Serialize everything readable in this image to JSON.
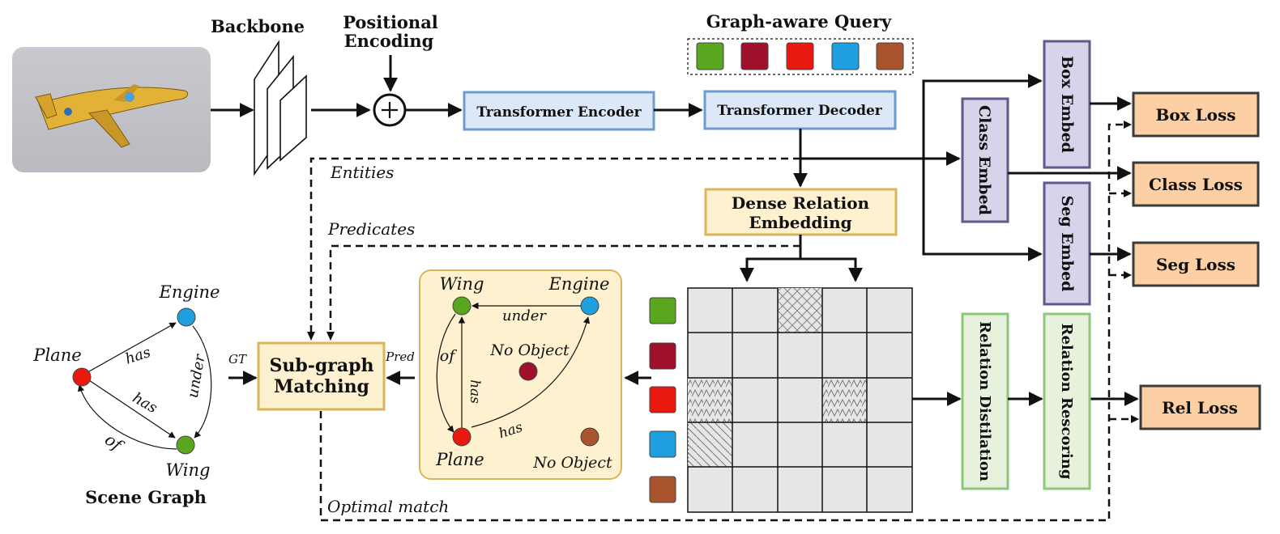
{
  "labels": {
    "backbone": "Backbone",
    "positional_1": "Positional",
    "positional_2": "Encoding",
    "graph_aware_query": "Graph-aware Query",
    "transformer_encoder": "Transformer Encoder",
    "transformer_decoder": "Transformer Decoder",
    "dense_relation_1": "Dense Relation",
    "dense_relation_2": "Embedding",
    "box_embed": "Box Embed",
    "class_embed": "Class Embed",
    "seg_embed": "Seg Embed",
    "relation_distilation": "Relation Distilation",
    "relation_rescoring": "Relation Rescoring",
    "box_loss": "Box Loss",
    "class_loss": "Class Loss",
    "seg_loss": "Seg Loss",
    "rel_loss": "Rel Loss",
    "entities": "Entities",
    "predicates": "Predicates",
    "optimal_match": "Optimal match",
    "subgraph_1": "Sub-graph",
    "subgraph_2": "Matching",
    "gt": "GT",
    "pred": "Pred",
    "scene_graph": "Scene Graph"
  },
  "scene_graph": {
    "nodes": {
      "plane": "Plane",
      "engine": "Engine",
      "wing": "Wing"
    },
    "edges": {
      "has_1": "has",
      "has_2": "has",
      "under": "under",
      "of": "of"
    }
  },
  "pred_graph": {
    "nodes": {
      "wing": "Wing",
      "engine": "Engine",
      "plane": "Plane",
      "no_object_1": "No Object",
      "no_object_2": "No Object"
    },
    "edges": {
      "under": "under",
      "of": "of",
      "has_1": "has",
      "has_2": "has"
    }
  },
  "colors": {
    "query_green": "#5aa61e",
    "query_maroon": "#a0102a",
    "query_red": "#e8190e",
    "query_blue": "#1e9fe0",
    "query_brown": "#a9542c",
    "blue_box_fill": "#dce8f7",
    "blue_box_stroke": "#6f9bd1",
    "purple_fill": "#d6d3ea",
    "purple_stroke": "#5e5a8a",
    "green_fill": "#e6f2dd",
    "green_stroke": "#8dc77a",
    "yellow_fill": "#fdf1cf",
    "yellow_stroke": "#d9b65c",
    "loss_fill": "#fcd0a4",
    "grid_fill": "#e6e6e6"
  }
}
